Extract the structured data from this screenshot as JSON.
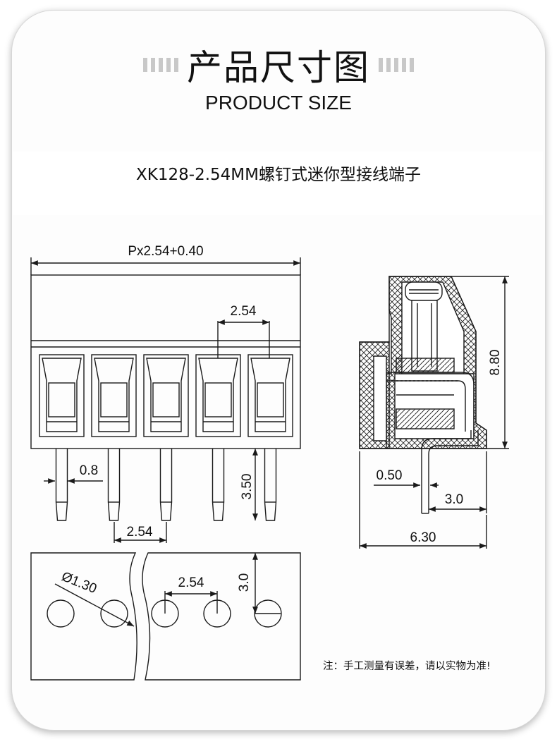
{
  "header": {
    "title": "产品尺寸图",
    "subtitle": "PRODUCT SIZE"
  },
  "product": {
    "name": "XK128-2.54MM螺钉式迷你型接线端子"
  },
  "dimensions": {
    "total_width": "Px2.54+0.40",
    "pitch_top": "2.54",
    "pin_width": "0.8",
    "pin_length": "3.50",
    "pin_pitch": "2.54",
    "height": "8.80",
    "pin_thickness": "0.50",
    "pin_offset": "3.0",
    "depth": "6.30",
    "hole_diameter": "Ø1.30",
    "hole_pitch": "2.54",
    "hole_row_offset": "3.0"
  },
  "diagram": {
    "positions": 5,
    "pcb_holes": 5
  },
  "footer": {
    "note": "注：手工测量有误差，请以实物为准!"
  },
  "colors": {
    "line": "#1a1a1a",
    "card_border": "#d6d6d6",
    "title_bars": "#c8c8c8"
  }
}
